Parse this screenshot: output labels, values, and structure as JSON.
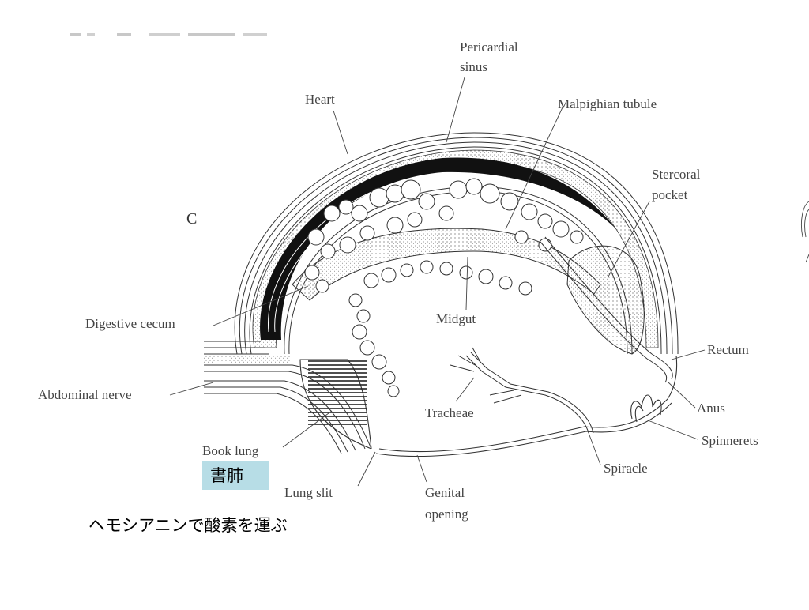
{
  "panel_letter": "C",
  "labels": {
    "pericardial_sinus_1": "Pericardial",
    "pericardial_sinus_2": "sinus",
    "heart": "Heart",
    "malpighian_tubule": "Malpighian tubule",
    "stercoral_pocket_1": "Stercoral",
    "stercoral_pocket_2": "pocket",
    "digestive_cecum": "Digestive cecum",
    "midgut": "Midgut",
    "rectum": "Rectum",
    "abdominal_nerve": "Abdominal nerve",
    "anus": "Anus",
    "tracheae": "Tracheae",
    "spinnerets": "Spinnerets",
    "book_lung": "Book lung",
    "spiracle": "Spiracle",
    "lung_slit": "Lung slit",
    "genital_opening_1": "Genital",
    "genital_opening_2": "opening"
  },
  "annotation": {
    "book_lung_jp": "書肺",
    "caption_jp": "ヘモシアニンで酸素を運ぶ"
  },
  "colors": {
    "annotation_box": "#b7dde6",
    "line_art": "#2a2a2a"
  }
}
